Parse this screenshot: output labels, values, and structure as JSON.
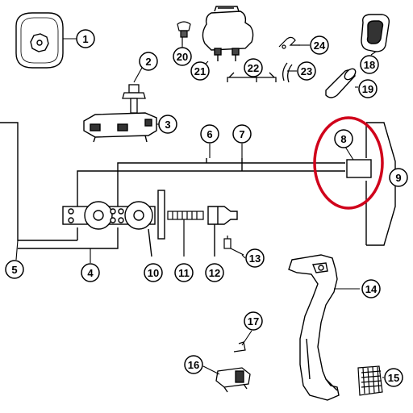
{
  "callouts": [
    {
      "id": "1",
      "text": "1"
    },
    {
      "id": "2",
      "text": "2"
    },
    {
      "id": "3",
      "text": "3"
    },
    {
      "id": "4",
      "text": "4"
    },
    {
      "id": "5",
      "text": "5"
    },
    {
      "id": "6",
      "text": "6"
    },
    {
      "id": "7",
      "text": "7"
    },
    {
      "id": "8",
      "text": "8"
    },
    {
      "id": "9",
      "text": "9"
    },
    {
      "id": "10",
      "text": "10"
    },
    {
      "id": "11",
      "text": "11"
    },
    {
      "id": "12",
      "text": "12"
    },
    {
      "id": "13",
      "text": "13"
    },
    {
      "id": "14",
      "text": "14"
    },
    {
      "id": "15",
      "text": "15"
    },
    {
      "id": "16",
      "text": "16"
    },
    {
      "id": "17",
      "text": "17"
    },
    {
      "id": "18",
      "text": "18"
    },
    {
      "id": "19",
      "text": "19"
    },
    {
      "id": "20",
      "text": "20"
    },
    {
      "id": "21",
      "text": "21"
    },
    {
      "id": "22",
      "text": "22"
    },
    {
      "id": "23",
      "text": "23"
    },
    {
      "id": "24",
      "text": "24"
    }
  ],
  "highlight": {
    "color": "#d0021b",
    "target": "8"
  },
  "colors": {
    "line": "#000000",
    "part_fill": "#ffffff",
    "gray": "#9a9a9a",
    "dark": "#222222"
  }
}
